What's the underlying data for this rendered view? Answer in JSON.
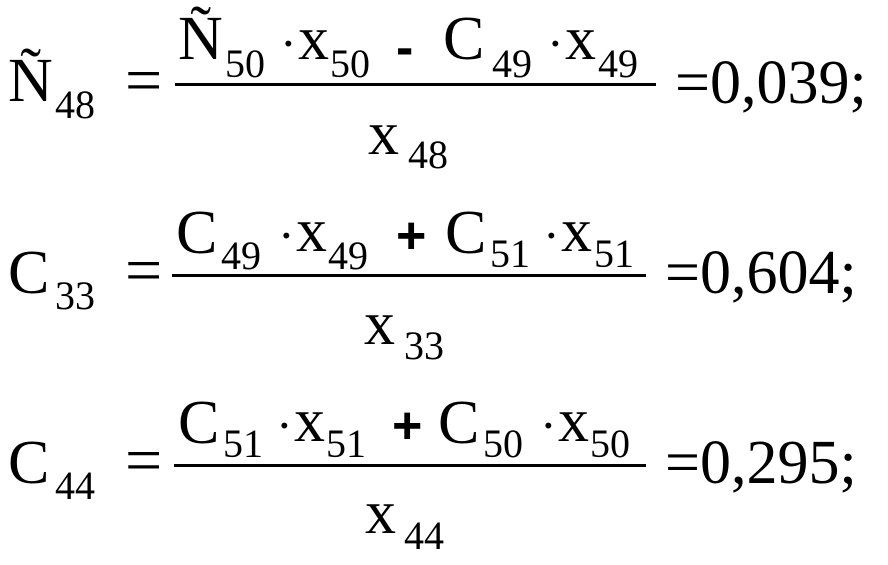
{
  "equations": [
    {
      "lhs_symbol": "Ñ",
      "lhs_index": "48",
      "equals": "=",
      "numerator": [
        {
          "symbol": "Ñ",
          "index": "50"
        },
        {
          "dot": "·"
        },
        {
          "symbol": "x",
          "index": "50"
        },
        {
          "op": "-"
        },
        {
          "symbol": "C",
          "index": "49"
        },
        {
          "dot": "·"
        },
        {
          "symbol": "x",
          "index": "49"
        }
      ],
      "denominator": {
        "symbol": "x",
        "index": "48"
      },
      "result": "=0,039;"
    },
    {
      "lhs_symbol": "C",
      "lhs_index": "33",
      "equals": "=",
      "numerator": [
        {
          "symbol": "C",
          "index": "49"
        },
        {
          "dot": "·"
        },
        {
          "symbol": "x",
          "index": "49"
        },
        {
          "op": "+"
        },
        {
          "symbol": "C",
          "index": "51"
        },
        {
          "dot": "·"
        },
        {
          "symbol": "x",
          "index": "51"
        }
      ],
      "denominator": {
        "symbol": "x",
        "index": "33"
      },
      "result": "=0,604;"
    },
    {
      "lhs_symbol": "C",
      "lhs_index": "44",
      "equals": "=",
      "numerator": [
        {
          "symbol": "C",
          "index": "51"
        },
        {
          "dot": "·"
        },
        {
          "symbol": "x",
          "index": "51"
        },
        {
          "op": "+"
        },
        {
          "symbol": "C",
          "index": "50"
        },
        {
          "dot": "·"
        },
        {
          "symbol": "x",
          "index": "50"
        }
      ],
      "denominator": {
        "symbol": "x",
        "index": "44"
      },
      "result": "=0,295;"
    }
  ]
}
